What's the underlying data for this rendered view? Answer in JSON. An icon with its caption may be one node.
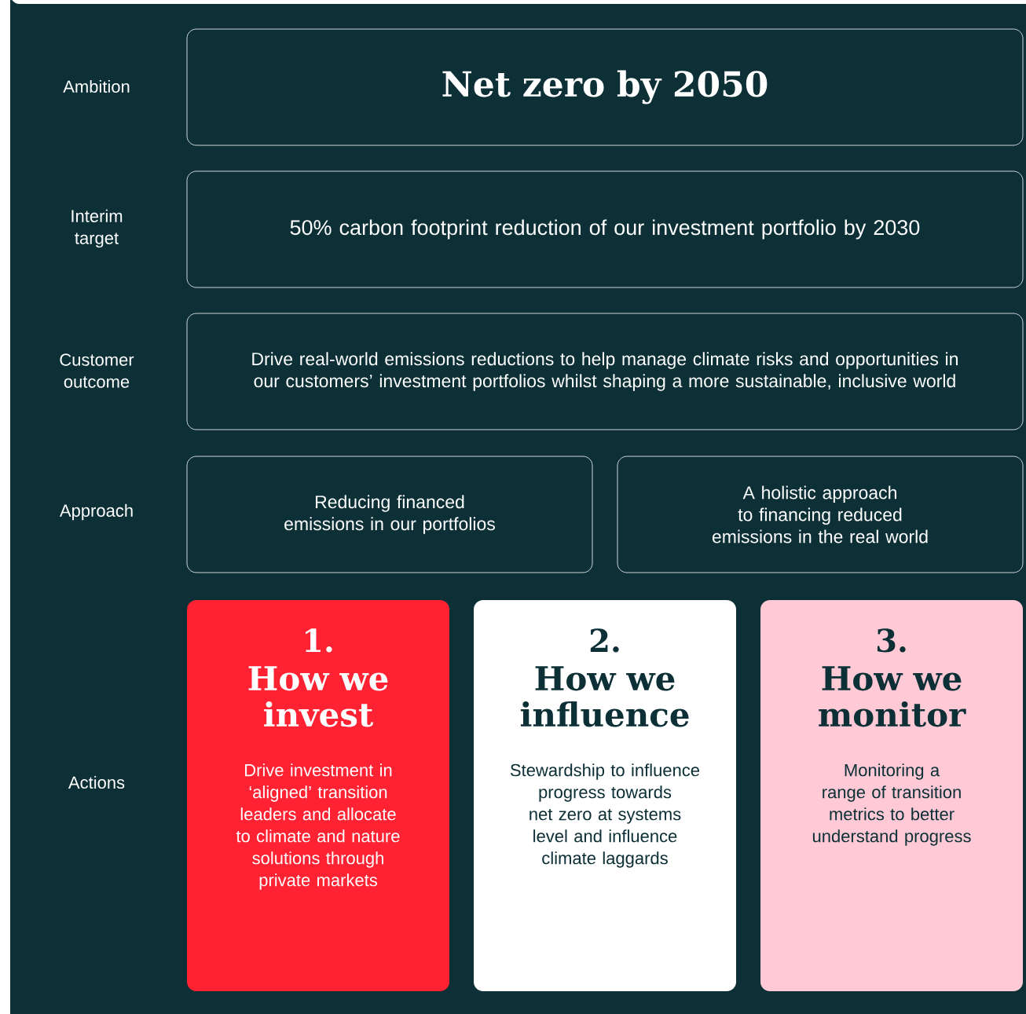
{
  "diagram": {
    "nodes": [
      {
        "text": [
          "Net zero by 2050"
        ]
      },
      {
        "text": [
          "50% carbon footprint reduction of our investment portfolio by 2030"
        ]
      },
      {
        "text": [
          "Drive real-world emissions reductions to help manage climate risks and opportunities in our customers’ investment portfolios whilst shaping a more sustainable, inclusive world"
        ]
      },
      {
        "text": [
          "Reducing financed emissions in our portfolios"
        ]
      },
      {
        "text": [
          "A holistic approach to financing reduced emissions in the real world"
        ]
      },
      {
        "text": [
          "1.",
          "How we invest",
          "Drive investment in ‘aligned’ transition leaders and allocate to climate and nature solutions through private markets"
        ]
      },
      {
        "text": [
          "2.",
          "How we influence",
          "Stewardship to influence progress towards net zero at systems level and influence climate laggards"
        ]
      },
      {
        "text": [
          "3.",
          "How we monitor",
          "Monitoring a range of transition metrics to better understand progress"
        ]
      }
    ],
    "labels": [
      "Ambition",
      "Interim target",
      "Customer outcome",
      "Approach",
      "Actions"
    ]
  }
}
